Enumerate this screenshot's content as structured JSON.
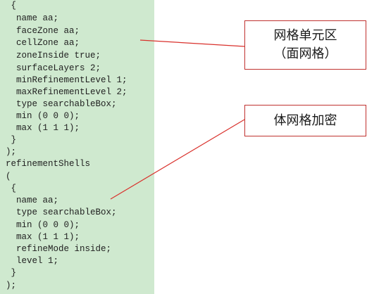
{
  "code": {
    "lines": [
      " {",
      "  name aa;",
      "  faceZone aa;",
      "  cellZone aa;",
      "  zoneInside true;",
      "  surfaceLayers 2;",
      "  minRefinementLevel 1;",
      "  maxRefinementLevel 2;",
      "  type searchableBox;",
      "  min (0 0 0);",
      "  max (1 1 1);",
      " }",
      ");",
      "refinementShells",
      "(",
      " {",
      "  name aa;",
      "  type searchableBox;",
      "  min (0 0 0);",
      "  max (1 1 1);",
      "  refineMode inside;",
      "  level 1;",
      " }",
      ");"
    ]
  },
  "annotations": {
    "surface_mesh": {
      "line1": "网格单元区",
      "line2": "（面网格）"
    },
    "volume_refinement": {
      "line1": "体网格加密"
    }
  },
  "colors": {
    "code_background": "#cfe9cf",
    "callout_border": "#c0322f",
    "leader_line": "#d9302b"
  }
}
